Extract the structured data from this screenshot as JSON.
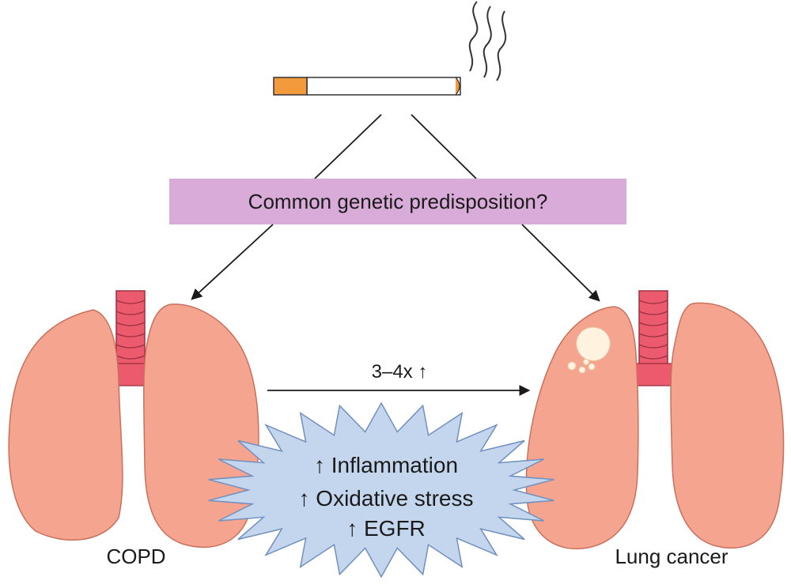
{
  "box_label": "Common genetic predisposition?",
  "risk_label": "3–4x ↑",
  "mechanisms": [
    "↑ Inflammation",
    "↑ Oxidative stress",
    "↑ EGFR"
  ],
  "left_label": "COPD",
  "right_label": "Lung cancer",
  "colors": {
    "lung_fill": "#f5a58f",
    "lung_stroke": "#c8705c",
    "trachea_fill": "#ec5a6e",
    "box_fill": "#d9abd9",
    "burst_fill": "#c4d6ee",
    "burst_stroke": "#7090c0",
    "filter_tip": "#f39a3c"
  },
  "icons": [
    "cigarette-icon",
    "smoke-icon",
    "lungs-icon",
    "tumor-icon",
    "burst-shape"
  ]
}
